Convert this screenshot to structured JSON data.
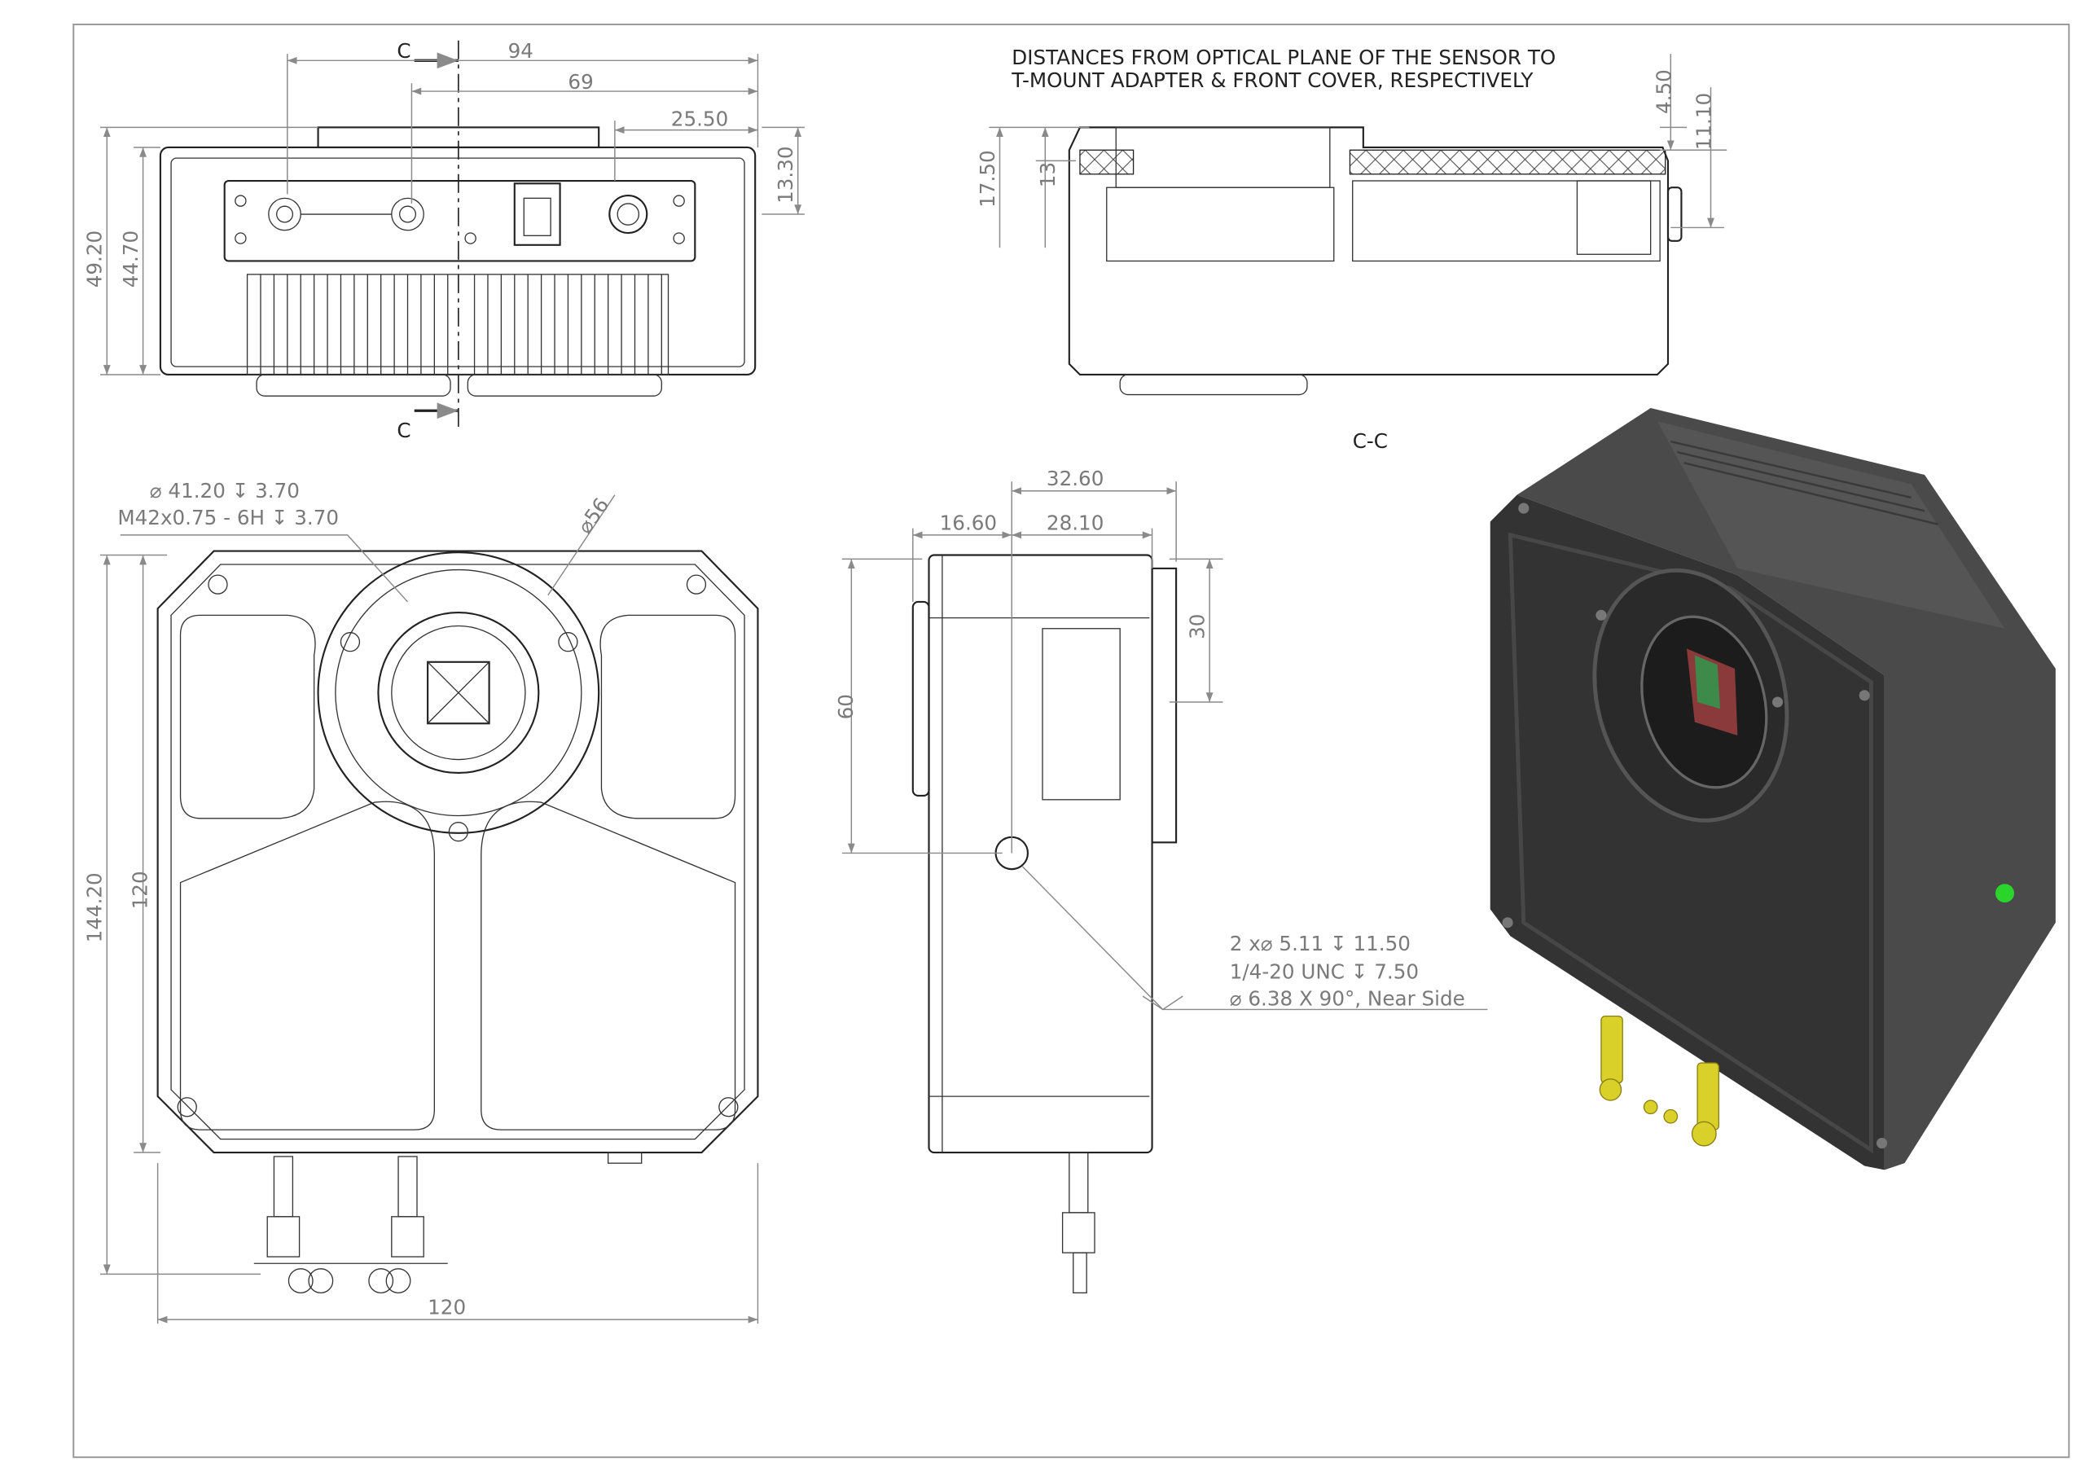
{
  "title_note": {
    "line1": "DISTANCES FROM OPTICAL PLANE OF THE SENSOR TO",
    "line2": "T-MOUNT ADAPTER & FRONT COVER, RESPECTIVELY"
  },
  "top_view": {
    "section_marker_top": "C",
    "section_marker_bottom": "C",
    "dims": {
      "width_94": "94",
      "width_69": "69",
      "width_25_50": "25.50",
      "height_49_20": "49.20",
      "height_44_70": "44.70",
      "height_13_30": "13.30"
    }
  },
  "section_view": {
    "label": "C-C",
    "dims": {
      "d_17_50": "17.50",
      "d_13": "13",
      "d_4_50": "4.50",
      "d_11_10": "11.10"
    }
  },
  "front_view": {
    "note_line1": "⌀ 41.20 ↧ 3.70",
    "note_line2": "M42x0.75 - 6H ↧ 3.70",
    "dia_56": "⌀56",
    "dims": {
      "height_144_20": "144.20",
      "height_120": "120",
      "width_120": "120"
    }
  },
  "side_view": {
    "dims": {
      "d_32_60": "32.60",
      "d_16_60": "16.60",
      "d_28_10": "28.10",
      "d_60": "60",
      "d_30": "30"
    },
    "hole_note": {
      "line1": "2 x⌀ 5.11 ↧ 11.50",
      "line2": "1/4-20 UNC  ↧ 7.50",
      "line3": "⌀ 6.38 X 90°, Near Side"
    }
  },
  "colors": {
    "body": "#3a3a3a",
    "led": "#2bd42b",
    "connector": "#d9d12a"
  }
}
